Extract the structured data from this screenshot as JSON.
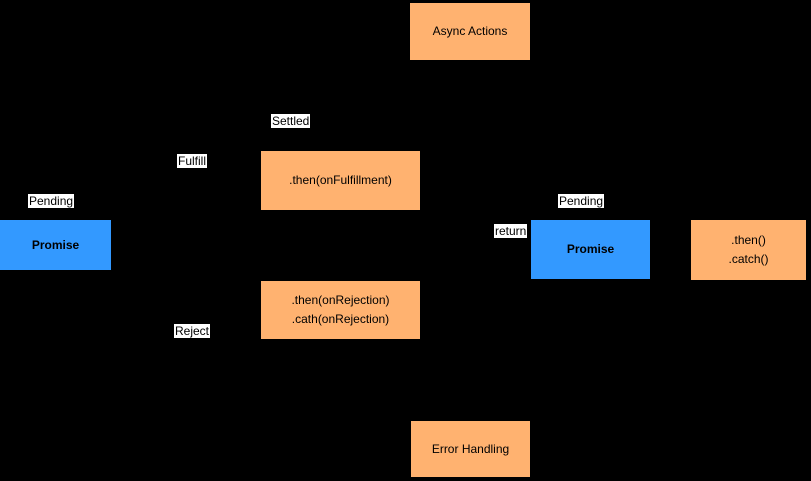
{
  "diagram": {
    "title": "Promise flow diagram",
    "colors": {
      "background": "#000000",
      "process_fill": "#FFB270",
      "promise_fill": "#3399FF",
      "label_background": "#FFFFFF",
      "text": "#000000"
    },
    "nodes": {
      "async_actions": {
        "label": "Async Actions"
      },
      "promise_left": {
        "label": "Promise"
      },
      "then_fulfillment": {
        "label": ".then(onFulfillment)"
      },
      "then_rejection": {
        "line1": ".then(onRejection)",
        "line2": ".cath(onRejection)"
      },
      "promise_right": {
        "label": "Promise"
      },
      "then_catch": {
        "line1": ".then()",
        "line2": ".catch()"
      },
      "error_handling": {
        "label": "Error Handling"
      }
    },
    "edge_labels": {
      "pending_left": "Pending",
      "fulfill": "Fulfill",
      "settled": "Settled",
      "reject": "Reject",
      "return": "return",
      "pending_right": "Pending"
    }
  }
}
